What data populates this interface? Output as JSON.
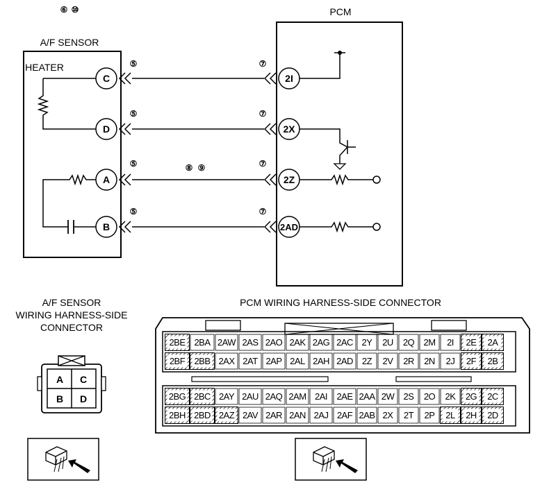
{
  "sensor": {
    "refs": [
      "⑥",
      "⑩"
    ],
    "title": "A/F SENSOR",
    "heater_label": "HEATER",
    "pins": [
      "C",
      "D",
      "A",
      "B"
    ]
  },
  "pcm": {
    "title": "PCM",
    "pins": [
      "2I",
      "2X",
      "2Z",
      "2AD"
    ]
  },
  "wire_refs": {
    "sensor_side": "⑤",
    "pcm_side": "⑦",
    "mid": [
      "⑧",
      "⑨"
    ]
  },
  "af_connector": {
    "title_lines": [
      "A/F SENSOR",
      "WIRING HARNESS-SIDE",
      "CONNECTOR"
    ],
    "cells": [
      [
        "A",
        "C"
      ],
      [
        "B",
        "D"
      ]
    ]
  },
  "pcm_connector": {
    "title": "PCM WIRING HARNESS-SIDE CONNECTOR",
    "upper_rows": [
      [
        "2BE",
        "2BA",
        "2AW",
        "2AS",
        "2AO",
        "2AK",
        "2AG",
        "2AC",
        "2Y",
        "2U",
        "2Q",
        "2M",
        "2I",
        "2E",
        "2A"
      ],
      [
        "2BF",
        "2BB",
        "2AX",
        "2AT",
        "2AP",
        "2AL",
        "2AH",
        "2AD",
        "2Z",
        "2V",
        "2R",
        "2N",
        "2J",
        "2F",
        "2B"
      ]
    ],
    "lower_rows": [
      [
        "2BG",
        "2BC",
        "2AY",
        "2AU",
        "2AQ",
        "2AM",
        "2AI",
        "2AE",
        "2AA",
        "2W",
        "2S",
        "2O",
        "2K",
        "2G",
        "2C"
      ],
      [
        "2BH",
        "2BD",
        "2AZ",
        "2AV",
        "2AR",
        "2AN",
        "2AJ",
        "2AF",
        "2AB",
        "2X",
        "2T",
        "2P",
        "2L",
        "2H",
        "2D"
      ]
    ]
  }
}
